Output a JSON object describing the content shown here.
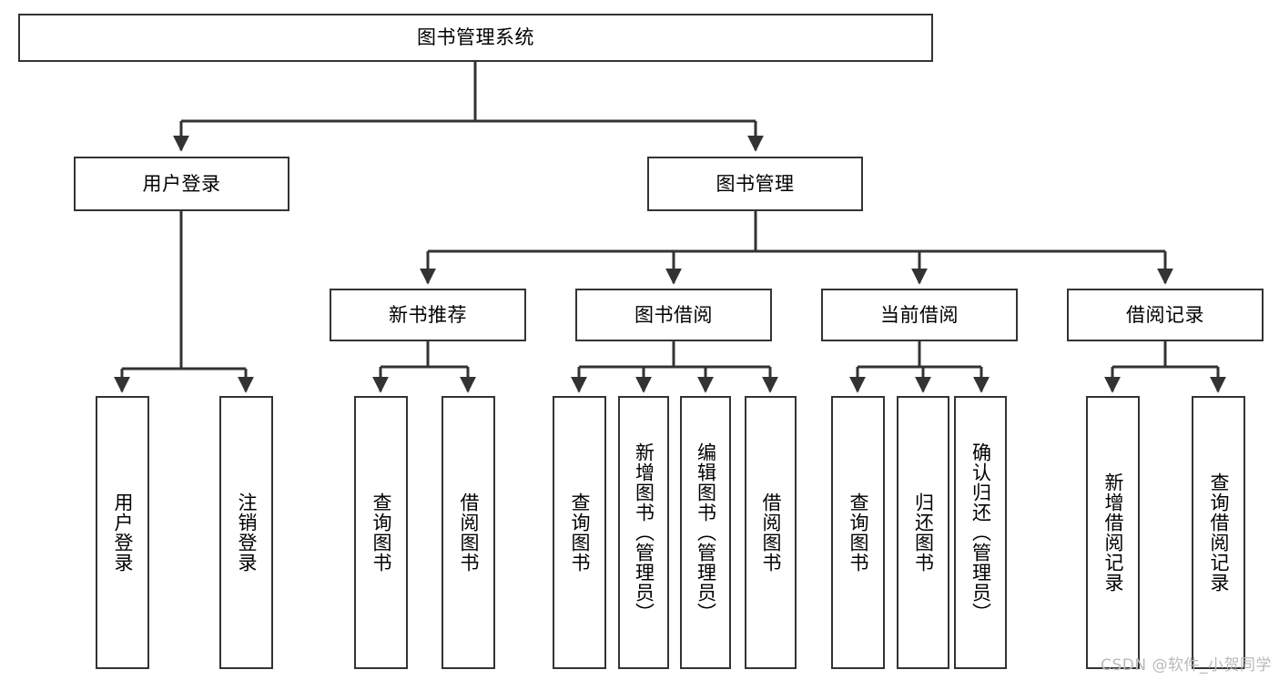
{
  "diagram": {
    "type": "tree-flowchart",
    "title": "图书管理系统",
    "root": {
      "label": "图书管理系统"
    },
    "level2": [
      {
        "label": "用户登录"
      },
      {
        "label": "图书管理"
      }
    ],
    "level3": [
      {
        "label": "新书推荐"
      },
      {
        "label": "图书借阅"
      },
      {
        "label": "当前借阅"
      },
      {
        "label": "借阅记录"
      }
    ],
    "leaves": {
      "user_login": [
        {
          "label": "用户登录"
        },
        {
          "label": "注销登录"
        }
      ],
      "new_books": [
        {
          "label": "查询图书"
        },
        {
          "label": "借阅图书"
        }
      ],
      "book_borrow": [
        {
          "label": "查询图书"
        },
        {
          "label": "新增图书（管理员）"
        },
        {
          "label": "编辑图书（管理员）"
        },
        {
          "label": "借阅图书"
        }
      ],
      "current_borrow": [
        {
          "label": "查询图书"
        },
        {
          "label": "归还图书"
        },
        {
          "label": "确认归还（管理员）"
        }
      ],
      "borrow_record": [
        {
          "label": "新增借阅记录"
        },
        {
          "label": "查询借阅记录"
        }
      ]
    },
    "watermark": "CSDN @软件_小贺同学",
    "colors": {
      "stroke": "#333333",
      "background": "#ffffff",
      "text": "#000000",
      "watermark": "#b9b9b9"
    }
  }
}
